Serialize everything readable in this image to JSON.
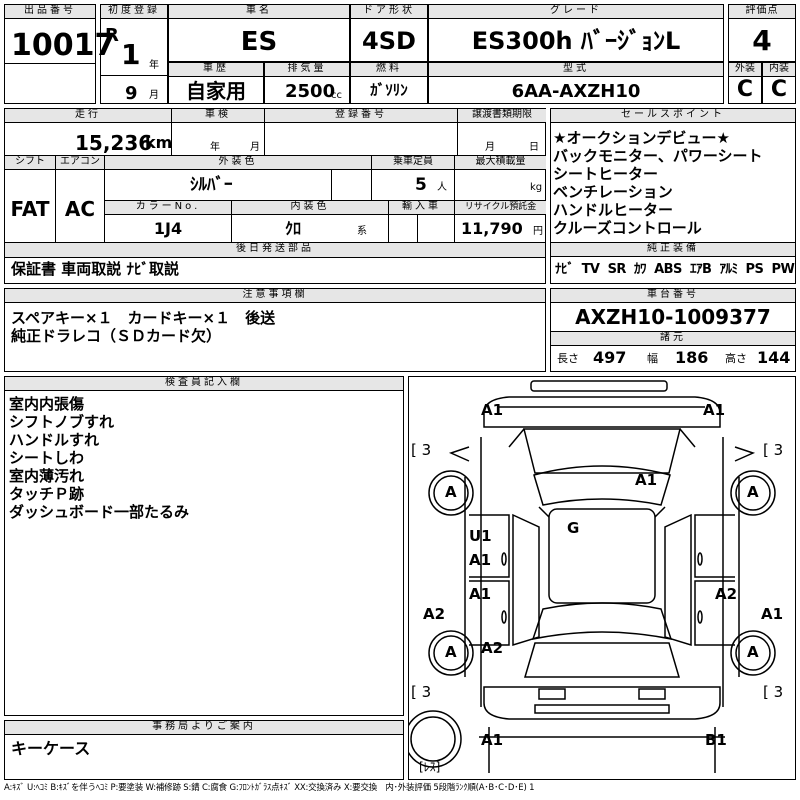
{
  "lot": {
    "label": "出品番号",
    "value": "10017"
  },
  "first_reg": {
    "label": "初度登録",
    "era": "R",
    "year": "1",
    "year_unit": "年",
    "month": "9",
    "month_unit": "月"
  },
  "car_name": {
    "label": "車名",
    "value": "ES"
  },
  "door": {
    "label": "ドア形状",
    "value": "4SD"
  },
  "grade": {
    "label": "グレード",
    "value": "ES300h ﾊﾞｰｼﾞｮﾝL"
  },
  "score": {
    "label": "評価点",
    "value": "4"
  },
  "history": {
    "label": "車歴",
    "value": "自家用"
  },
  "displacement": {
    "label": "排気量",
    "value": "2500",
    "unit": "cc"
  },
  "fuel": {
    "label": "燃料",
    "value": "ｶﾞｿﾘﾝ"
  },
  "model": {
    "label": "型式",
    "value": "6AA-AXZH10"
  },
  "exterior_grade": {
    "label": "外装",
    "value": "C"
  },
  "interior_grade": {
    "label": "内装",
    "value": "C"
  },
  "mileage": {
    "label": "走行",
    "value": "15,236",
    "unit": "km"
  },
  "inspection": {
    "label": "車検",
    "year_unit": "年",
    "month_unit": "月"
  },
  "reg_no": {
    "label": "登録番号"
  },
  "transfer": {
    "label": "譲渡書類期限",
    "month_unit": "月",
    "day_unit": "日"
  },
  "shift": {
    "label": "シフト",
    "value": "FAT"
  },
  "aircon": {
    "label": "エアコン",
    "value": "AC"
  },
  "ext_color": {
    "label": "外装色",
    "value": "ｼﾙﾊﾞｰ"
  },
  "capacity": {
    "label": "乗車定員",
    "value": "5",
    "unit": "人"
  },
  "max_load": {
    "label": "最大積載量",
    "unit": "kg"
  },
  "color_no": {
    "label": "カラーNo.",
    "value": "1J4"
  },
  "int_color": {
    "label": "内装色",
    "value": "ｸﾛ",
    "unit": "系"
  },
  "import": {
    "label": "輸入車"
  },
  "recycle": {
    "label": "リサイクル預託金",
    "value": "11,790",
    "unit": "円"
  },
  "sales_points": {
    "label": "セールスポイント",
    "items": [
      "★オークションデビュー★",
      "バックモニター、パワーシート",
      "シートヒーター",
      "ベンチレーション",
      "ハンドルヒーター",
      "クルーズコントロール"
    ]
  },
  "later_parts": {
    "label": "後日発送部品",
    "value": "保証書 車両取説 ﾅﾋﾞ取説"
  },
  "equipment": {
    "label": "純正装備",
    "items": [
      "ﾅﾋﾞ",
      "TV",
      "SR",
      "ｶﾜ",
      "ABS",
      "ｴｱB",
      "ｱﾙﾐ",
      "PS",
      "PW"
    ]
  },
  "notes": {
    "label": "注意事項欄",
    "lines": [
      "スペアキー×１　カードキー×１　後送",
      "純正ドラレコ（ＳＤカード欠）"
    ]
  },
  "chassis": {
    "label": "車台番号",
    "value": "AXZH10-1009377"
  },
  "dimensions": {
    "label": "諸元",
    "length_label": "長さ",
    "length": "497",
    "width_label": "幅",
    "width": "186",
    "height_label": "高さ",
    "height": "144"
  },
  "inspector": {
    "label": "検査員記入欄",
    "lines": [
      "室内内張傷",
      "シフトノブすれ",
      "ハンドルすれ",
      "シートしわ",
      "室内薄汚れ",
      "タッチＰ跡",
      "ダッシュボード一部たるみ"
    ]
  },
  "office": {
    "label": "事務局よりご案内",
    "value": "キーケース"
  },
  "diagram": {
    "a1_fl": "A1",
    "a1_fr": "A1",
    "bracket_tl": "[ 3",
    "bracket_tr": "[ 3",
    "wheel_fl": "A",
    "wheel_fr": "A",
    "hood": "A1",
    "roof": "G",
    "door_fl_u": "U1",
    "door_fl_a": "A1",
    "door_rl": "A1",
    "door_rr": "A2",
    "side_l": "A2",
    "side_r": "A1",
    "wheel_rl": "A",
    "wheel_rr": "A",
    "rear_l": "A2",
    "bracket_bl": "[ 3",
    "bracket_br": "[ 3",
    "rear_bl": "A1",
    "rear_br": "B1",
    "spare": "[ﾚｽ]"
  },
  "legend": "A:ｷｽﾞ U:ﾍｺﾐ B:ｷｽﾞを伴うﾍｺﾐ P:要塗装 W:補修跡 S:錆 C:腐食 G:ﾌﾛﾝﾄｶﾞﾗｽ点ｷｽﾞ XX:交換済み X:要交換　内･外装評価 5段階ﾗﾝｸ順(A･B･C･D･E) 1"
}
